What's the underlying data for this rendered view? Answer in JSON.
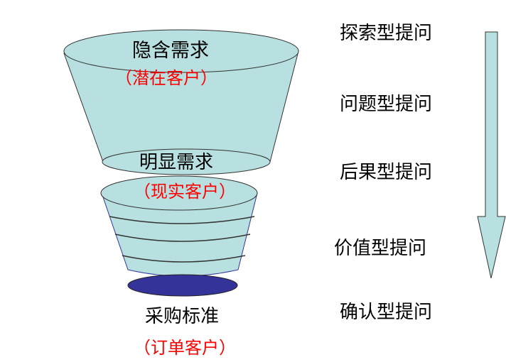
{
  "funnel": {
    "stage1": {
      "title": "隐含需求",
      "subtitle": "（潜在客户）"
    },
    "stage2": {
      "title": "明显需求",
      "subtitle": "（现实客户）"
    },
    "stage3": {
      "title": "采购标准",
      "subtitle": "（订单客户）"
    }
  },
  "questions": [
    "探索型提问",
    "问题型提问",
    "后果型提问",
    "价值型提问",
    "确认型提问"
  ],
  "colors": {
    "funnel_fill": "#b8e0e0",
    "base_fill": "#333399",
    "subtitle": "#ff0000"
  }
}
